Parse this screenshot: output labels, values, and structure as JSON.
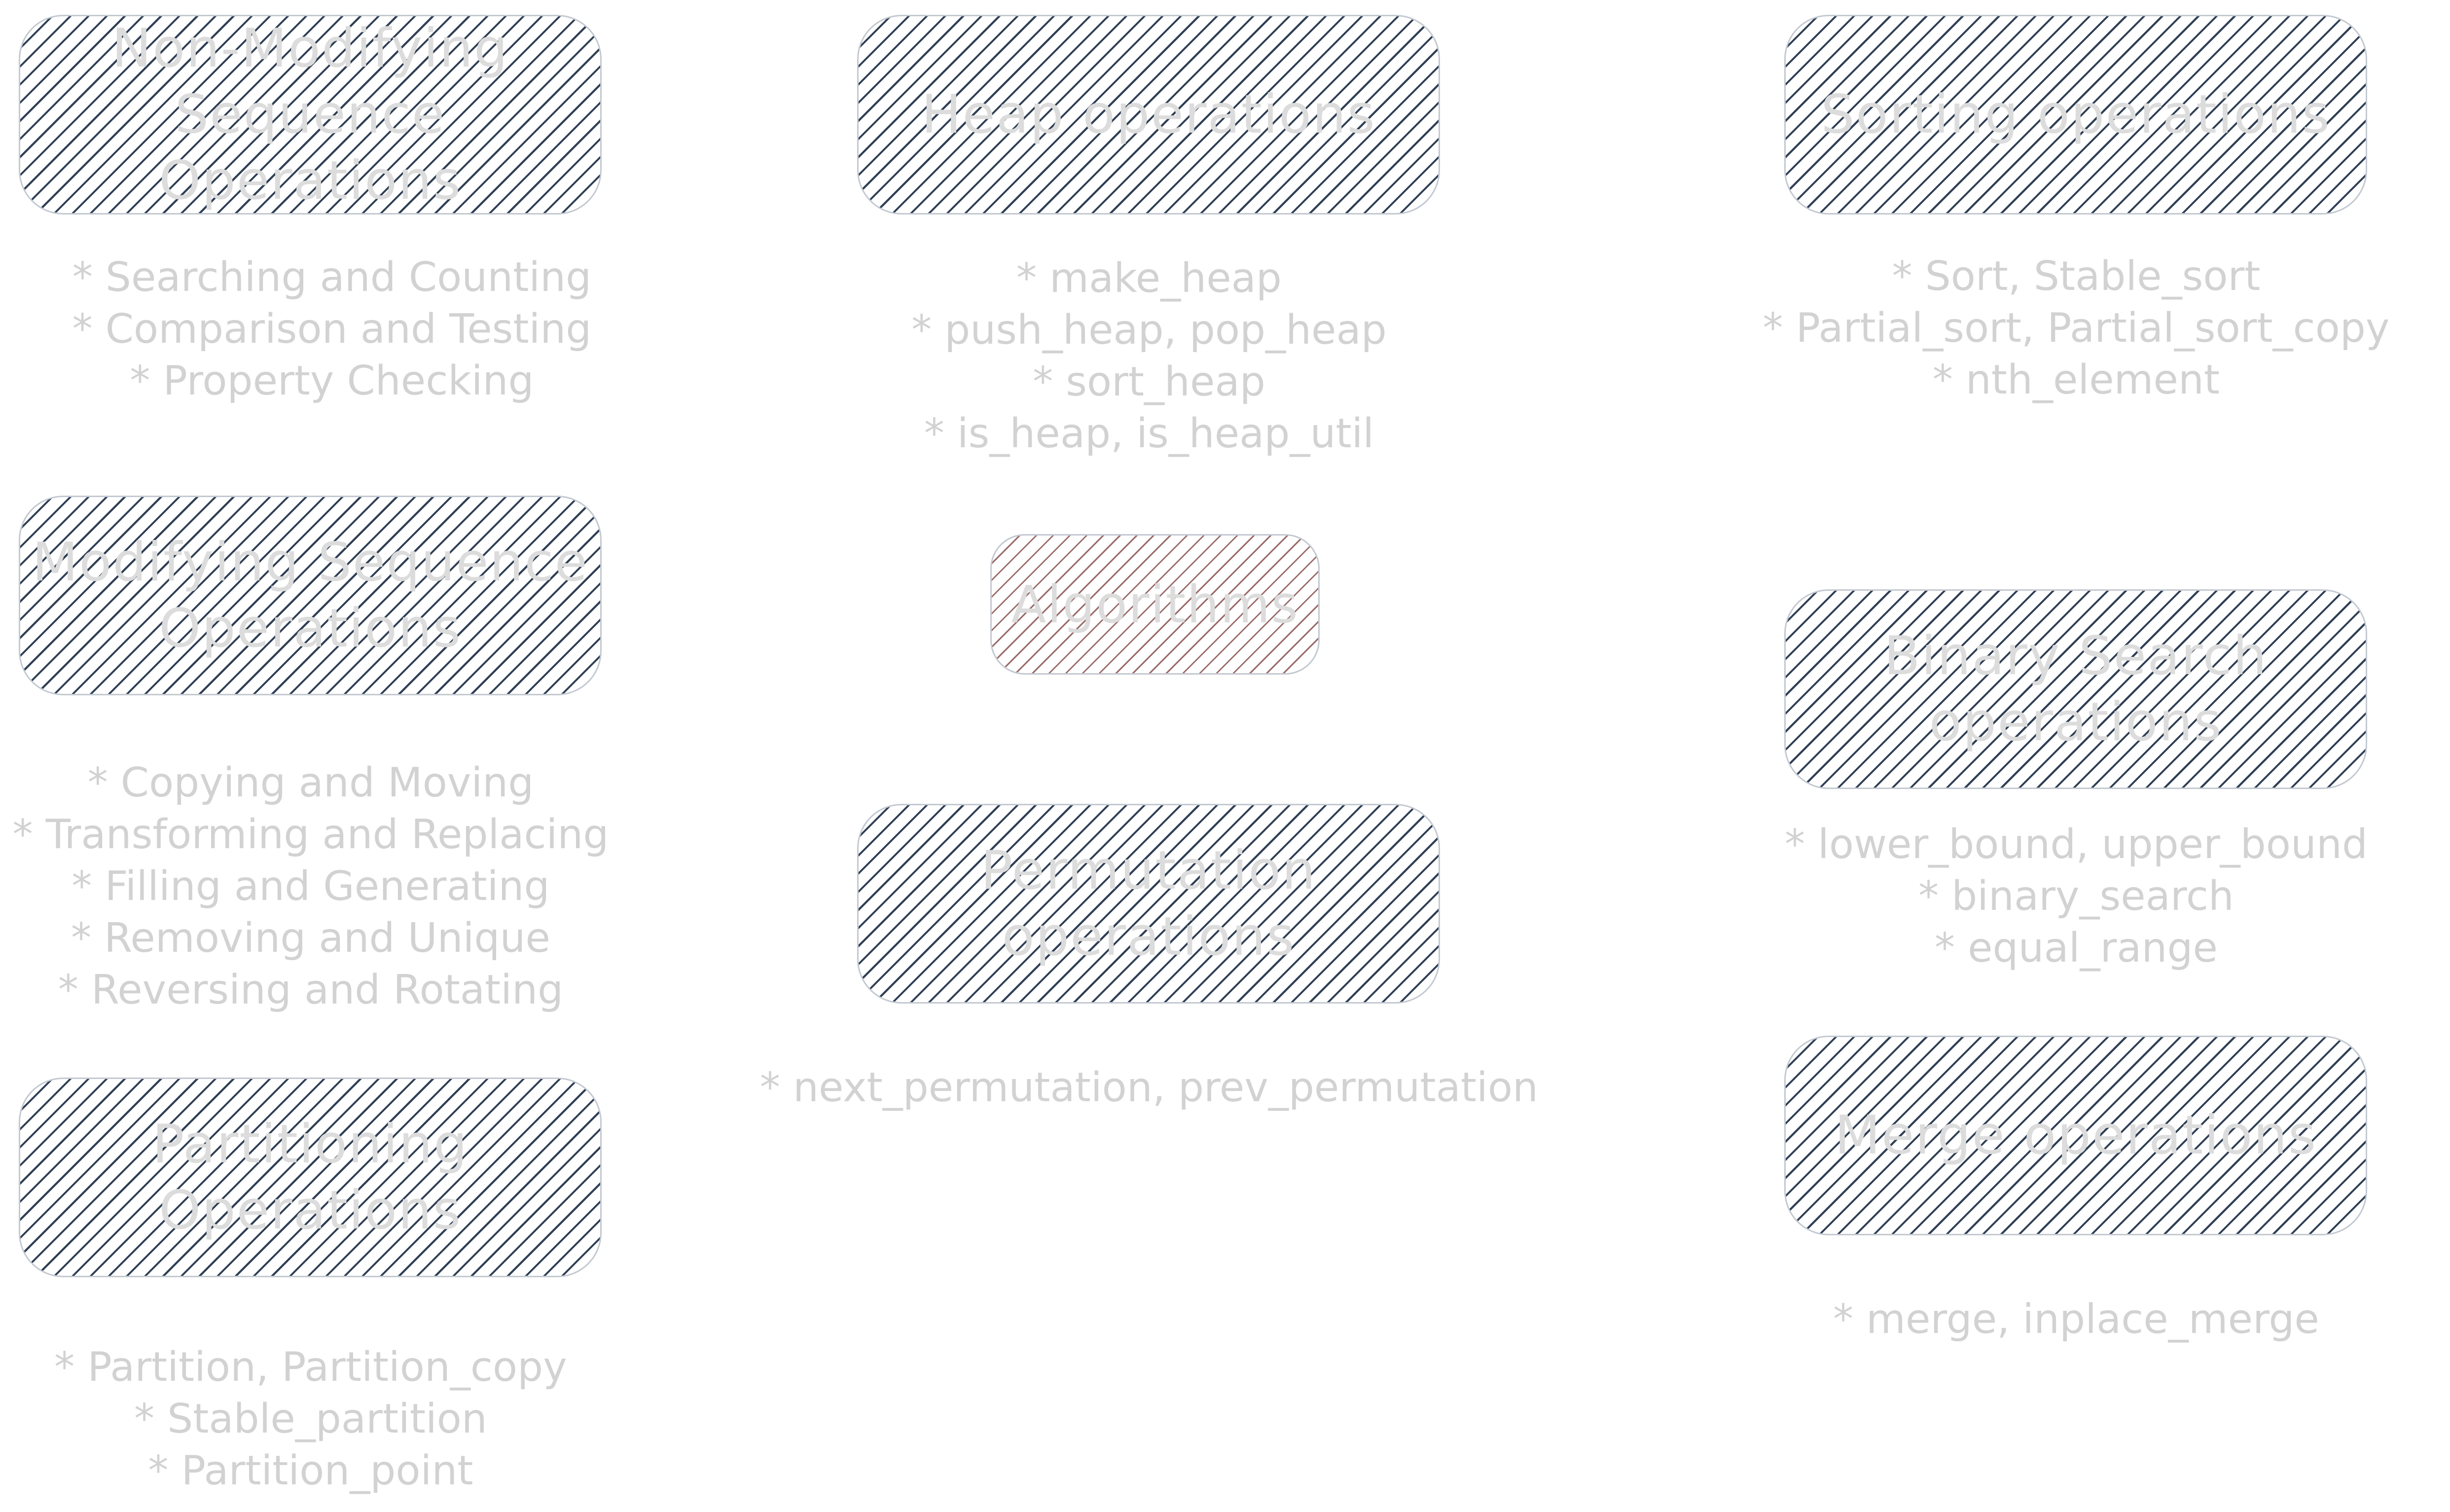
{
  "nodes": {
    "non_modifying": "Non-Modifying\nSequence Operations",
    "heap": "Heap operations",
    "sorting": "Sorting operations",
    "modifying": "Modifying Sequence\nOperations",
    "algorithms": "Algorithms",
    "binary_search": "Binary Search\noperations",
    "permutation": "Permutation\noperations",
    "partitioning": "Partitioning\nOperations",
    "merge": "Merge operations"
  },
  "notes": {
    "non_modifying": [
      "* Searching and Counting",
      "* Comparison and Testing",
      "* Property Checking"
    ],
    "heap": [
      "* make_heap",
      "* push_heap, pop_heap",
      "* sort_heap",
      "* is_heap, is_heap_util"
    ],
    "sorting": [
      "* Sort, Stable_sort",
      "* Partial_sort, Partial_sort_copy",
      "* nth_element"
    ],
    "modifying": [
      "* Copying and Moving",
      "* Transforming and Replacing",
      "* Filling and Generating",
      "* Removing and Unique",
      "* Reversing and Rotating"
    ],
    "binary_search": [
      "* lower_bound, upper_bound",
      "* binary_search",
      "* equal_range"
    ],
    "permutation": [
      "* next_permutation, prev_permutation"
    ],
    "partitioning": [
      "* Partition, Partition_copy",
      "* Stable_partition",
      "* Partition_point"
    ],
    "merge": [
      "* merge, inplace_merge"
    ]
  }
}
